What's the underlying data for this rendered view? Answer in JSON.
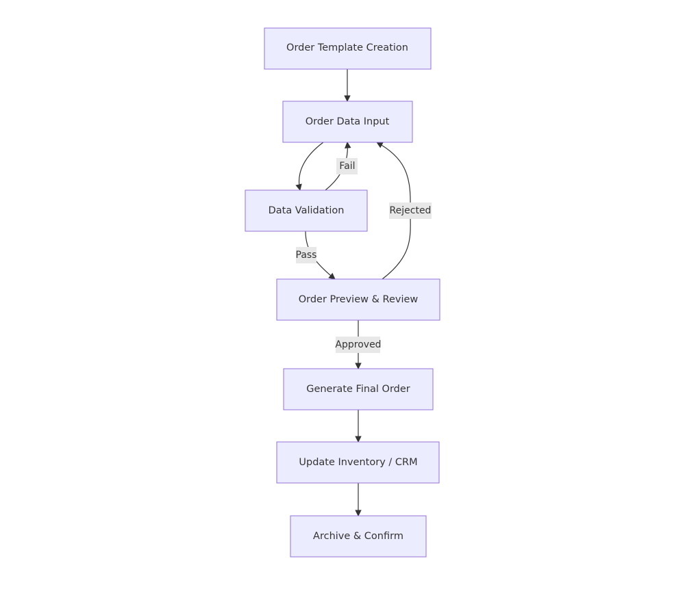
{
  "flowchart": {
    "nodes": [
      {
        "id": "template",
        "label": "Order Template Creation"
      },
      {
        "id": "input",
        "label": "Order Data Input"
      },
      {
        "id": "validation",
        "label": "Data Validation"
      },
      {
        "id": "preview",
        "label": "Order Preview & Review"
      },
      {
        "id": "generate",
        "label": "Generate Final Order"
      },
      {
        "id": "update",
        "label": "Update Inventory / CRM"
      },
      {
        "id": "archive",
        "label": "Archive & Confirm"
      }
    ],
    "edges": [
      {
        "from": "template",
        "to": "input",
        "label": ""
      },
      {
        "from": "input",
        "to": "validation",
        "label": ""
      },
      {
        "from": "validation",
        "to": "input",
        "label": "Fail"
      },
      {
        "from": "validation",
        "to": "preview",
        "label": "Pass"
      },
      {
        "from": "preview",
        "to": "input",
        "label": "Rejected"
      },
      {
        "from": "preview",
        "to": "generate",
        "label": "Approved"
      },
      {
        "from": "generate",
        "to": "update",
        "label": ""
      },
      {
        "from": "update",
        "to": "archive",
        "label": ""
      }
    ]
  }
}
